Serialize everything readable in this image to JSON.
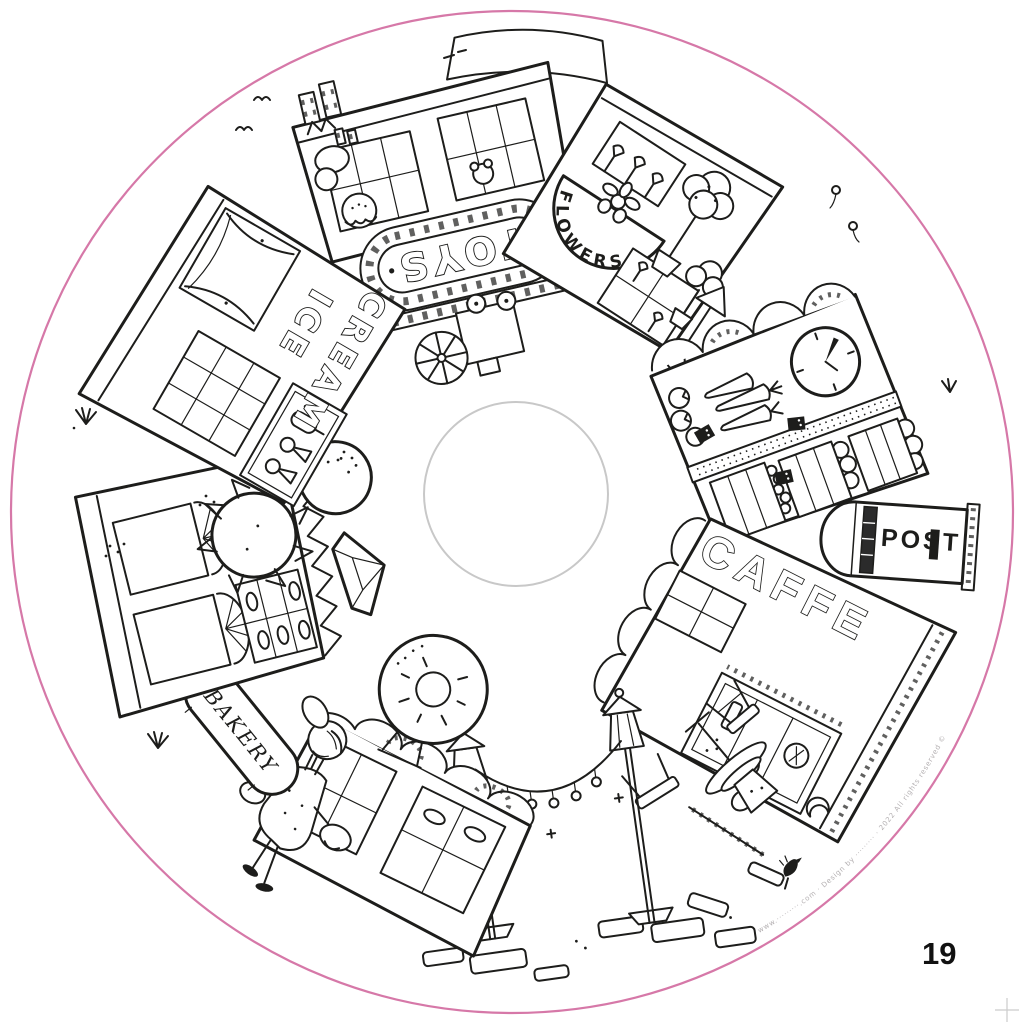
{
  "page": {
    "kind": "coloring book page – circular village street scene",
    "page_number": "19",
    "credit": "www.·········.com · Design by ········· · 2022 All rights reserved ©"
  },
  "colors": {
    "line": "#1d1d1b",
    "pink_border": "#d678a8",
    "paper": "#ffffff",
    "faint_gray": "#c8c8c8"
  },
  "signs": {
    "toy_shop": "TOYS",
    "flower_shop": "FLOWERS",
    "ice_cream": {
      "line1": "ICE",
      "line2": "CREAM"
    },
    "cafe": "CAFFE",
    "post_box": "POST",
    "bakery": "BAKERY",
    "top_banner": ""
  },
  "scene": {
    "description": "Black-and-white line-art coloring page: shops arranged in a ring facing a round plaza — toy shop, flower shop, greengrocer stall with clock, post box, caffe, coffee stand, bakery with giant donut, sweets shop and ice-cream parlour; street lamps with string lights, cobblestones, a girl with shopping bags, children, a small bird, grass tufts.",
    "shops": [
      {
        "name": "toy shop",
        "sign": "TOYS"
      },
      {
        "name": "flower shop",
        "sign": "FLOWERS"
      },
      {
        "name": "greengrocer stall",
        "sign": ""
      },
      {
        "name": "post box",
        "sign": "POST"
      },
      {
        "name": "caffe",
        "sign": "CAFFE"
      },
      {
        "name": "bakery with giant donut",
        "sign": "BAKERY"
      },
      {
        "name": "sweets shop",
        "sign": ""
      },
      {
        "name": "ice cream parlour",
        "sign": "ICE CREAM"
      }
    ],
    "characters": [
      "girl with shopping bags",
      "child in dragon costume",
      "child with bob haircut",
      "small black bird"
    ],
    "objects": [
      "giant donut",
      "giant ice-cream cone",
      "diamond gem",
      "street lamps",
      "string lights",
      "clock",
      "vegetable crates",
      "cafe table with cup",
      "stools",
      "cobblestones",
      "bunting flags",
      "blank banner",
      "trees with blossoms"
    ]
  }
}
